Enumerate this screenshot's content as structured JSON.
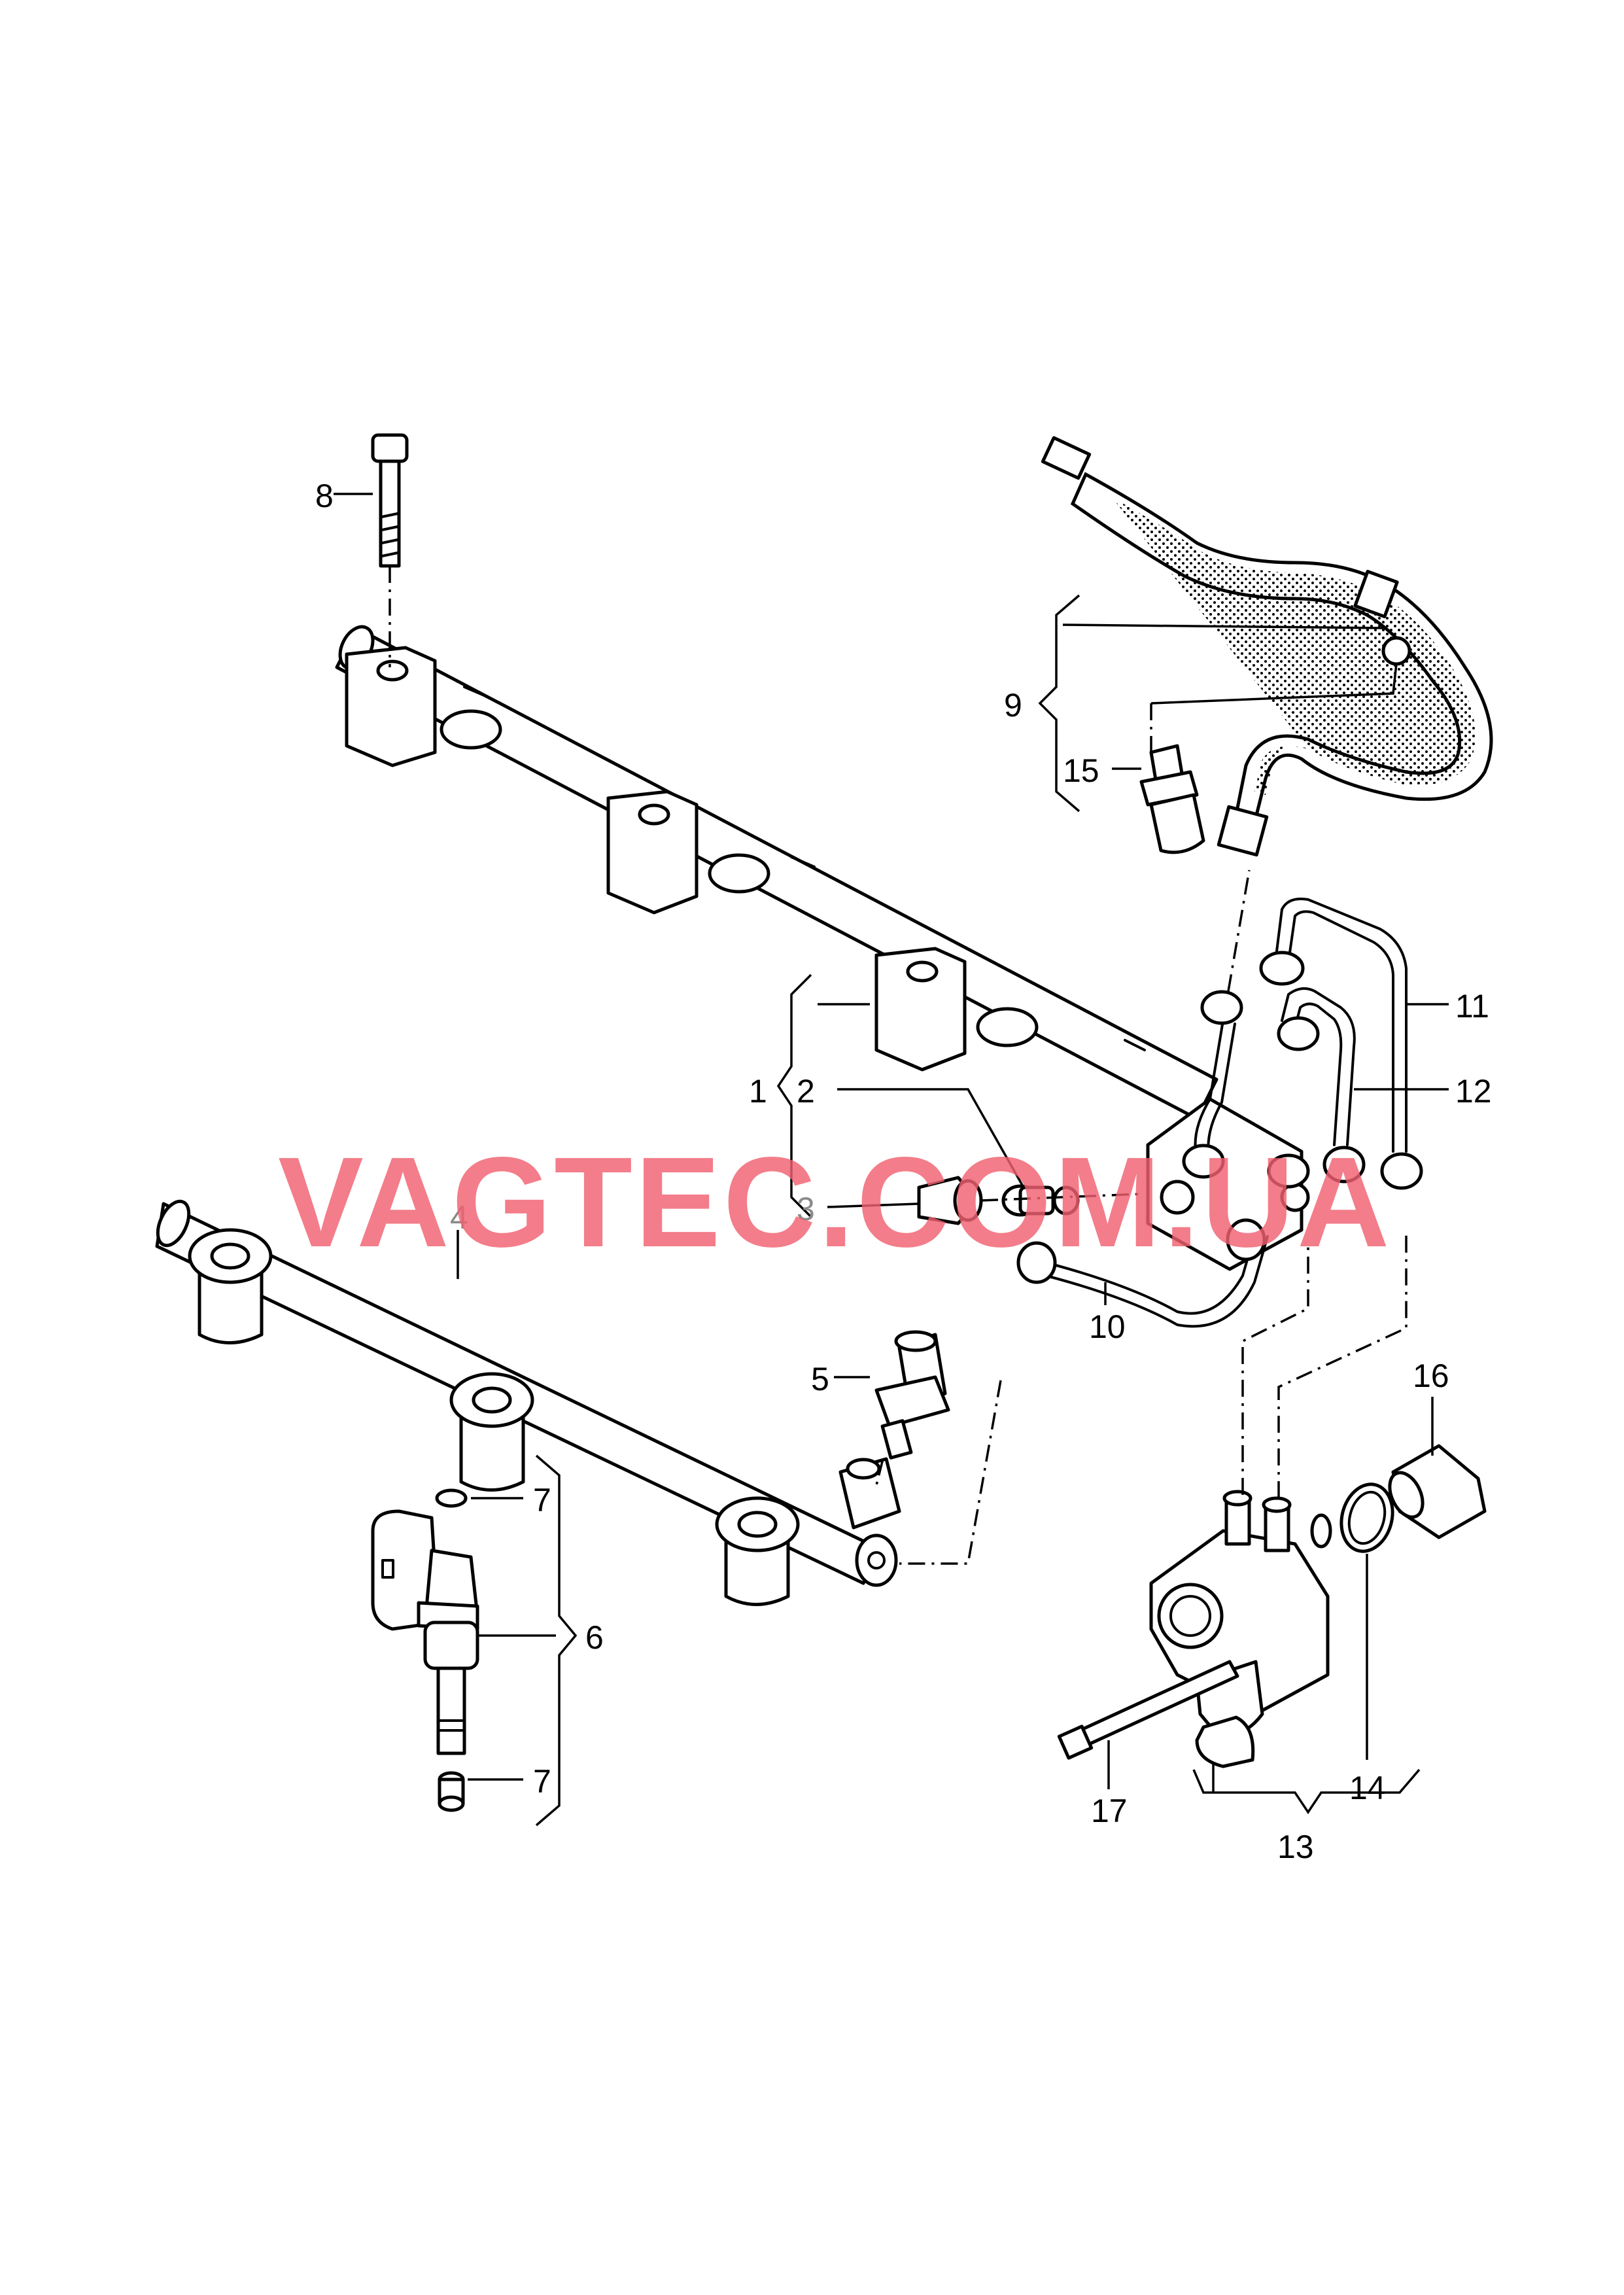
{
  "callouts": {
    "c1": "1",
    "c2": "2",
    "c3": "3",
    "c4": "4",
    "c5": "5",
    "c6": "6",
    "c7a": "7",
    "c7b": "7",
    "c8": "8",
    "c9": "9",
    "c10": "10",
    "c11": "11",
    "c12": "12",
    "c13": "13",
    "c14": "14",
    "c15": "15",
    "c16": "16",
    "c17": "17"
  },
  "watermark": {
    "text": "VAGTEC.COM.UA",
    "color": "#f06070"
  }
}
